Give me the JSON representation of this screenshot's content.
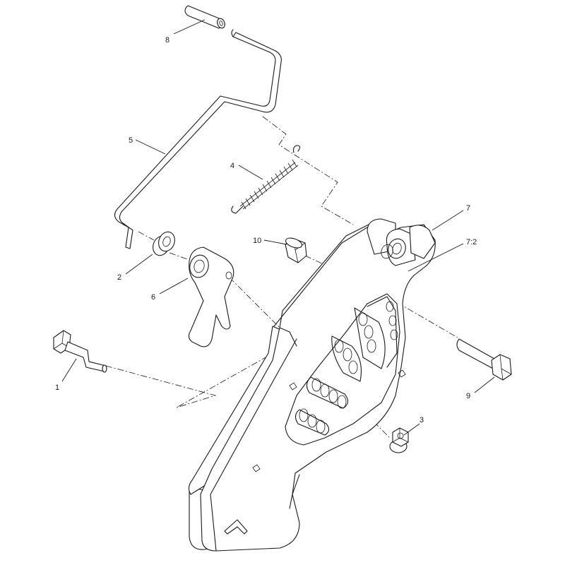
{
  "callouts": {
    "c1": "1",
    "c2": "2",
    "c3": "3",
    "c4": "4",
    "c5": "5",
    "c6": "6",
    "c7": "7",
    "c7_2": "7:2",
    "c8": "8",
    "c9": "9",
    "c10": "10"
  }
}
